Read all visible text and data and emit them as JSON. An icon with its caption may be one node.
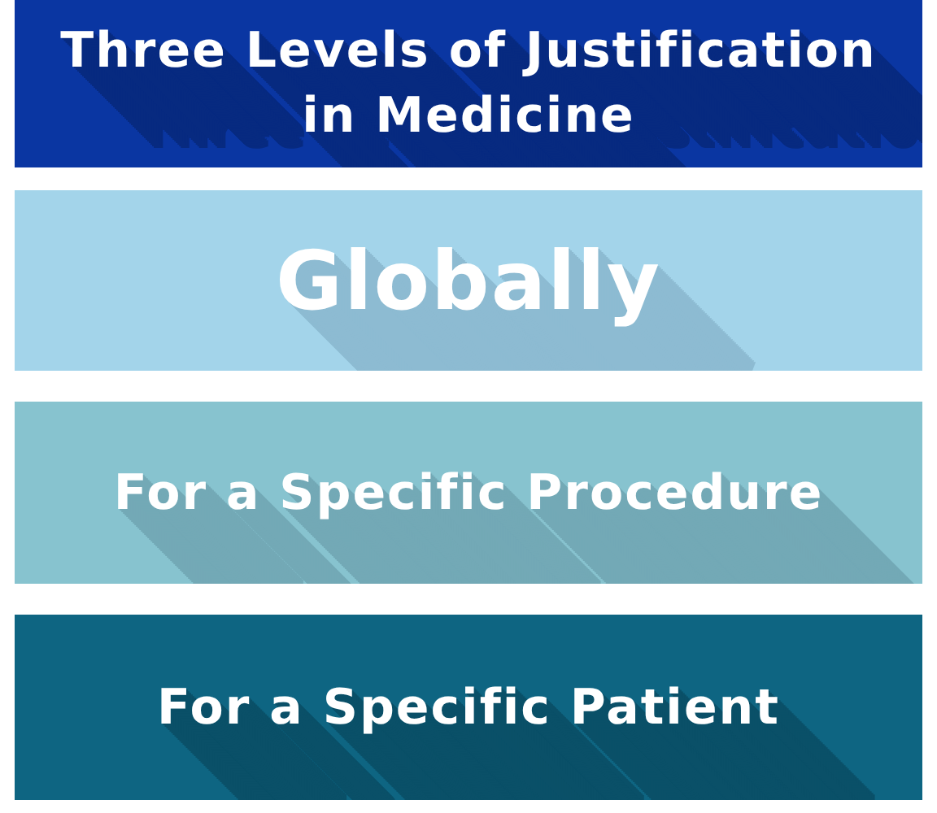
{
  "diagram": {
    "title": "Three Levels of Justification in Medicine",
    "nodes": [
      {
        "text": [
          "Globally"
        ]
      },
      {
        "text": [
          "For a Specific Procedure"
        ]
      },
      {
        "text": [
          "For a Specific Patient"
        ]
      }
    ]
  }
}
